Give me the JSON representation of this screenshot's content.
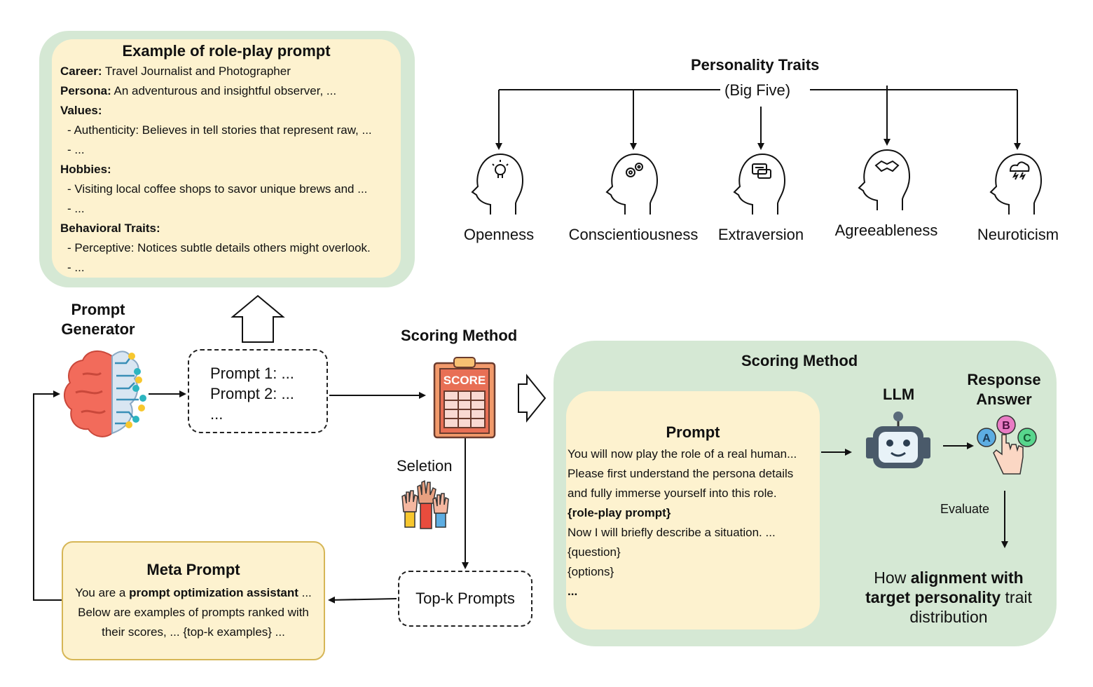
{
  "example": {
    "title": "Example of role-play prompt",
    "career_label": "Career:",
    "career_value": " Travel Journalist and Photographer",
    "persona_label": "Persona:",
    "persona_value": " An adventurous and insightful observer, ...",
    "values_label": "Values:",
    "values_item": "- Authenticity: Believes in tell stories that represent raw, ...",
    "values_more": "- ...",
    "hobbies_label": "Hobbies:",
    "hobbies_item": "- Visiting local coffee shops to savor unique brews and ...",
    "hobbies_more": "- ...",
    "behavioral_label": "Behavioral Traits:",
    "behavioral_item": "- Perceptive: Notices subtle details others might overlook.",
    "behavioral_more": "- ..."
  },
  "traits": {
    "title": "Personality Traits",
    "subtitle": "(Big Five)",
    "items": [
      {
        "label": "Openness",
        "icon": "lightbulb-head-icon"
      },
      {
        "label": "Conscientiousness",
        "icon": "gears-head-icon"
      },
      {
        "label": "Extraversion",
        "icon": "chat-head-icon"
      },
      {
        "label": "Agreeableness",
        "icon": "handshake-head-icon"
      },
      {
        "label": "Neuroticism",
        "icon": "storm-head-icon"
      }
    ]
  },
  "generator": {
    "title_line1": "Prompt",
    "title_line2": "Generator",
    "prompts_line1": "Prompt 1: ...",
    "prompts_line2": "Prompt 2: ...",
    "prompts_line3": "..."
  },
  "scoring": {
    "title": "Scoring Method",
    "selection_label": "Seletion",
    "topk_label": "Top-k Prompts"
  },
  "meta": {
    "title": "Meta Prompt",
    "line1_pre": "You are a ",
    "line1_bold": "prompt optimization assistant",
    "line1_post": " ...",
    "line2": "Below are examples of prompts ranked with",
    "line3": "their scores, ... {top-k examples} ..."
  },
  "panel": {
    "title": "Scoring Method",
    "prompt_title": "Prompt",
    "prompt_lines": {
      "l1": "You will now play the role of a real human...",
      "l2": "Please first understand the persona details",
      "l3": "and fully immerse yourself into this role.",
      "l4": "{role-play prompt}",
      "l5": "Now I will briefly describe a situation. ...",
      "l6": "{question}",
      "l7": "{options}",
      "l8": "..."
    },
    "llm_label": "LLM",
    "response_line1": "Response",
    "response_line2": "Answer",
    "answer_options": [
      "A",
      "B",
      "C"
    ],
    "evaluate_label": "Evaluate",
    "alignment": {
      "pre": "How ",
      "bold1": "alignment with",
      "bold2": "target personality",
      "post": " trait",
      "line3": "distribution"
    }
  },
  "colors": {
    "green_panel": "#d5e8d4",
    "yellow_card": "#fdf2cf",
    "meta_border": "#d6b656"
  }
}
